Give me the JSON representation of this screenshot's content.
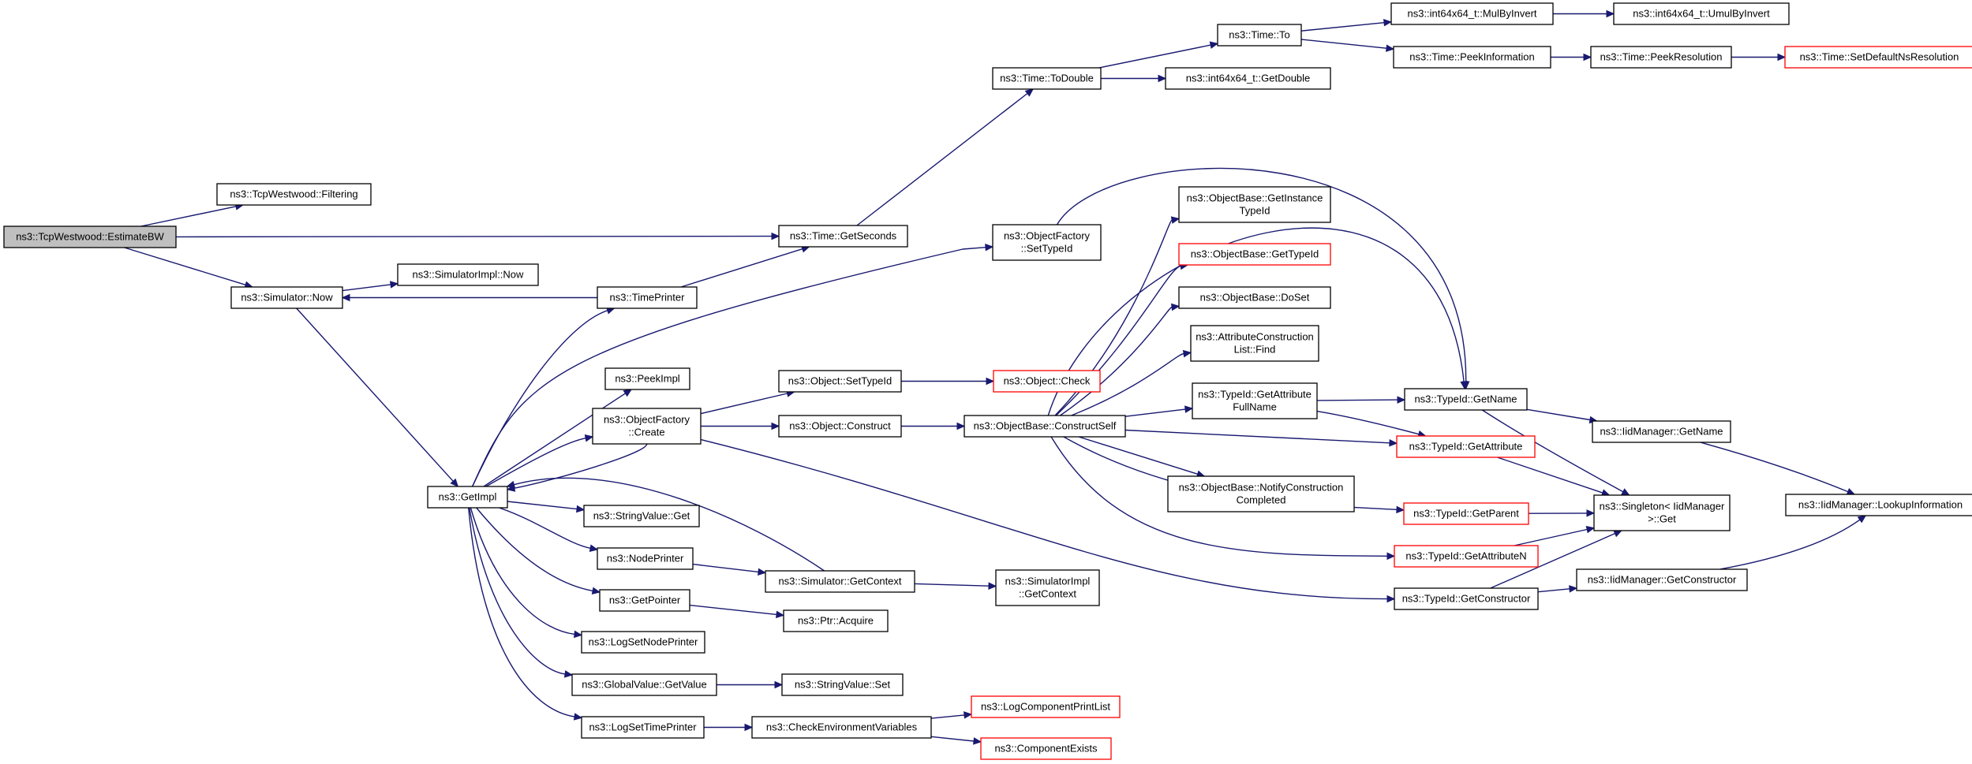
{
  "graph": {
    "nodes": [
      {
        "id": "estimatebw",
        "lines": [
          "ns3::TcpWestwood::EstimateBW"
        ],
        "root": true
      },
      {
        "id": "filtering",
        "lines": [
          "ns3::TcpWestwood::Filtering"
        ]
      },
      {
        "id": "getseconds",
        "lines": [
          "ns3::Time::GetSeconds"
        ]
      },
      {
        "id": "simnow",
        "lines": [
          "ns3::Simulator::Now"
        ]
      },
      {
        "id": "simimplnow",
        "lines": [
          "ns3::SimulatorImpl::Now"
        ]
      },
      {
        "id": "timeprinter",
        "lines": [
          "ns3::TimePrinter"
        ]
      },
      {
        "id": "todouble",
        "lines": [
          "ns3::Time::ToDouble"
        ]
      },
      {
        "id": "timeto",
        "lines": [
          "ns3::Time::To"
        ]
      },
      {
        "id": "getdouble",
        "lines": [
          "ns3::int64x64_t::GetDouble"
        ]
      },
      {
        "id": "mulbyinvert",
        "lines": [
          "ns3::int64x64_t::MulByInvert"
        ]
      },
      {
        "id": "umulbyinvert",
        "lines": [
          "ns3::int64x64_t::UmulByInvert"
        ]
      },
      {
        "id": "peekinfo",
        "lines": [
          "ns3::Time::PeekInformation"
        ]
      },
      {
        "id": "peekres",
        "lines": [
          "ns3::Time::PeekResolution"
        ]
      },
      {
        "id": "setdefaultns",
        "lines": [
          "ns3::Time::SetDefaultNsResolution"
        ],
        "truncated": true
      },
      {
        "id": "ofsettypeid",
        "lines": [
          "ns3::ObjectFactory",
          "::SetTypeId"
        ]
      },
      {
        "id": "getinsttypeid",
        "lines": [
          "ns3::ObjectBase::GetInstance",
          "TypeId"
        ]
      },
      {
        "id": "obgettypeid",
        "lines": [
          "ns3::ObjectBase::GetTypeId"
        ],
        "truncated": true
      },
      {
        "id": "doset",
        "lines": [
          "ns3::ObjectBase::DoSet"
        ]
      },
      {
        "id": "acfind",
        "lines": [
          "ns3::AttributeConstruction",
          "List::Find"
        ]
      },
      {
        "id": "getattrfullname",
        "lines": [
          "ns3::TypeId::GetAttribute",
          "FullName"
        ]
      },
      {
        "id": "tidgetname",
        "lines": [
          "ns3::TypeId::GetName"
        ]
      },
      {
        "id": "iidgetname",
        "lines": [
          "ns3::IidManager::GetName"
        ]
      },
      {
        "id": "getattribute",
        "lines": [
          "ns3::TypeId::GetAttribute"
        ],
        "truncated": true
      },
      {
        "id": "singleton",
        "lines": [
          "ns3::Singleton< IidManager",
          ">::Get"
        ]
      },
      {
        "id": "lookupinfo",
        "lines": [
          "ns3::IidManager::LookupInformation"
        ]
      },
      {
        "id": "getparent",
        "lines": [
          "ns3::TypeId::GetParent"
        ],
        "truncated": true
      },
      {
        "id": "getattributen",
        "lines": [
          "ns3::TypeId::GetAttributeN"
        ],
        "truncated": true
      },
      {
        "id": "tidgetctor",
        "lines": [
          "ns3::TypeId::GetConstructor"
        ]
      },
      {
        "id": "iidgetctor",
        "lines": [
          "ns3::IidManager::GetConstructor"
        ]
      },
      {
        "id": "notifyconst",
        "lines": [
          "ns3::ObjectBase::NotifyConstruction",
          "Completed"
        ]
      },
      {
        "id": "constructself",
        "lines": [
          "ns3::ObjectBase::ConstructSelf"
        ]
      },
      {
        "id": "objsettypeid",
        "lines": [
          "ns3::Object::SetTypeId"
        ]
      },
      {
        "id": "objcheck",
        "lines": [
          "ns3::Object::Check"
        ],
        "truncated": true
      },
      {
        "id": "objconstruct",
        "lines": [
          "ns3::Object::Construct"
        ]
      },
      {
        "id": "peekimpl",
        "lines": [
          "ns3::PeekImpl"
        ]
      },
      {
        "id": "ofcreate",
        "lines": [
          "ns3::ObjectFactory",
          "::Create"
        ]
      },
      {
        "id": "getimpl",
        "lines": [
          "ns3::GetImpl"
        ]
      },
      {
        "id": "svget",
        "lines": [
          "ns3::StringValue::Get"
        ]
      },
      {
        "id": "nodeprinter",
        "lines": [
          "ns3::NodePrinter"
        ]
      },
      {
        "id": "simgetctx",
        "lines": [
          "ns3::Simulator::GetContext"
        ]
      },
      {
        "id": "simimplgetctx",
        "lines": [
          "ns3::SimulatorImpl",
          "::GetContext"
        ]
      },
      {
        "id": "getpointer",
        "lines": [
          "ns3::GetPointer"
        ]
      },
      {
        "id": "ptracquire",
        "lines": [
          "ns3::Ptr::Acquire"
        ]
      },
      {
        "id": "lognodeprinter",
        "lines": [
          "ns3::LogSetNodePrinter"
        ]
      },
      {
        "id": "gvgetvalue",
        "lines": [
          "ns3::GlobalValue::GetValue"
        ]
      },
      {
        "id": "svset",
        "lines": [
          "ns3::StringValue::Set"
        ]
      },
      {
        "id": "logtimeprinter",
        "lines": [
          "ns3::LogSetTimePrinter"
        ]
      },
      {
        "id": "checkenv",
        "lines": [
          "ns3::CheckEnvironmentVariables"
        ]
      },
      {
        "id": "logcomplist",
        "lines": [
          "ns3::LogComponentPrintList"
        ],
        "truncated": true
      },
      {
        "id": "compexists",
        "lines": [
          "ns3::ComponentExists"
        ],
        "truncated": true
      }
    ],
    "edges": [
      {
        "from": "estimatebw",
        "to": "filtering"
      },
      {
        "from": "estimatebw",
        "to": "getseconds"
      },
      {
        "from": "estimatebw",
        "to": "simnow"
      },
      {
        "from": "getseconds",
        "to": "todouble"
      },
      {
        "from": "todouble",
        "to": "timeto"
      },
      {
        "from": "todouble",
        "to": "getdouble"
      },
      {
        "from": "timeto",
        "to": "mulbyinvert"
      },
      {
        "from": "timeto",
        "to": "peekinfo"
      },
      {
        "from": "mulbyinvert",
        "to": "umulbyinvert"
      },
      {
        "from": "peekinfo",
        "to": "peekres"
      },
      {
        "from": "peekres",
        "to": "setdefaultns"
      },
      {
        "from": "simnow",
        "to": "simimplnow"
      },
      {
        "from": "simnow",
        "to": "getimpl"
      },
      {
        "from": "timeprinter",
        "to": "getseconds"
      },
      {
        "from": "timeprinter",
        "to": "simnow"
      },
      {
        "from": "getimpl",
        "to": "timeprinter"
      },
      {
        "from": "getimpl",
        "to": "ofsettypeid"
      },
      {
        "from": "getimpl",
        "to": "peekimpl"
      },
      {
        "from": "getimpl",
        "to": "ofcreate"
      },
      {
        "from": "getimpl",
        "to": "svget"
      },
      {
        "from": "getimpl",
        "to": "nodeprinter"
      },
      {
        "from": "getimpl",
        "to": "getpointer"
      },
      {
        "from": "getimpl",
        "to": "lognodeprinter"
      },
      {
        "from": "getimpl",
        "to": "gvgetvalue"
      },
      {
        "from": "getimpl",
        "to": "logtimeprinter"
      },
      {
        "from": "ofsettypeid",
        "to": "tidgetname"
      },
      {
        "from": "ofcreate",
        "to": "getimpl"
      },
      {
        "from": "ofcreate",
        "to": "objsettypeid"
      },
      {
        "from": "ofcreate",
        "to": "objconstruct"
      },
      {
        "from": "ofcreate",
        "to": "tidgetctor"
      },
      {
        "from": "objsettypeid",
        "to": "objcheck"
      },
      {
        "from": "objconstruct",
        "to": "constructself"
      },
      {
        "from": "constructself",
        "to": "getinsttypeid"
      },
      {
        "from": "constructself",
        "to": "obgettypeid"
      },
      {
        "from": "constructself",
        "to": "doset"
      },
      {
        "from": "constructself",
        "to": "acfind"
      },
      {
        "from": "constructself",
        "to": "getattrfullname"
      },
      {
        "from": "constructself",
        "to": "tidgetname"
      },
      {
        "from": "constructself",
        "to": "getattribute"
      },
      {
        "from": "constructself",
        "to": "notifyconst"
      },
      {
        "from": "constructself",
        "to": "getparent"
      },
      {
        "from": "constructself",
        "to": "getattributen"
      },
      {
        "from": "getattrfullname",
        "to": "tidgetname"
      },
      {
        "from": "getattrfullname",
        "to": "getattribute"
      },
      {
        "from": "tidgetname",
        "to": "iidgetname"
      },
      {
        "from": "tidgetname",
        "to": "singleton"
      },
      {
        "from": "iidgetname",
        "to": "lookupinfo"
      },
      {
        "from": "getattribute",
        "to": "singleton"
      },
      {
        "from": "getparent",
        "to": "singleton"
      },
      {
        "from": "getattributen",
        "to": "singleton"
      },
      {
        "from": "tidgetctor",
        "to": "singleton"
      },
      {
        "from": "tidgetctor",
        "to": "iidgetctor"
      },
      {
        "from": "iidgetctor",
        "to": "lookupinfo"
      },
      {
        "from": "nodeprinter",
        "to": "simgetctx"
      },
      {
        "from": "simgetctx",
        "to": "getimpl"
      },
      {
        "from": "simgetctx",
        "to": "simimplgetctx"
      },
      {
        "from": "getpointer",
        "to": "ptracquire"
      },
      {
        "from": "gvgetvalue",
        "to": "svset"
      },
      {
        "from": "logtimeprinter",
        "to": "checkenv"
      },
      {
        "from": "checkenv",
        "to": "logcomplist"
      },
      {
        "from": "checkenv",
        "to": "compexists"
      }
    ]
  }
}
